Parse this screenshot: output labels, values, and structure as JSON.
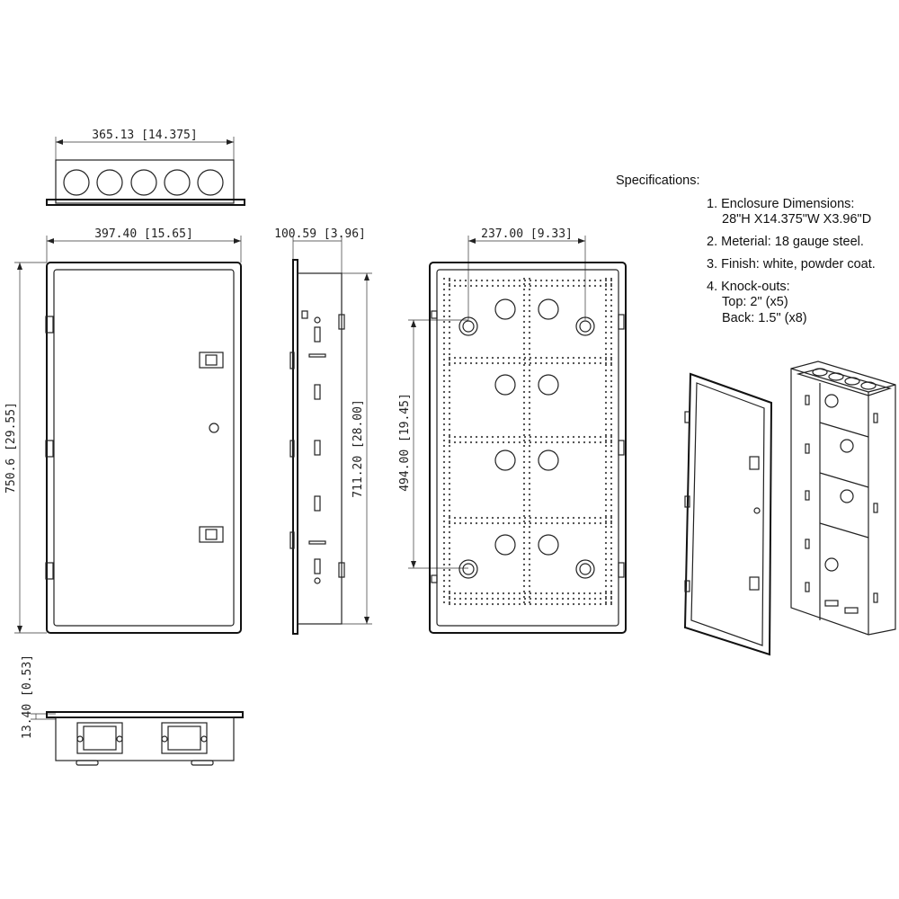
{
  "dimensions": {
    "top_width": "365.13 [14.375]",
    "front_width": "397.40 [15.65]",
    "side_depth": "100.59 [3.96]",
    "front_height": "750.6 [29.55]",
    "side_height": "711.20 [28.00]",
    "back_width": "237.00 [9.33]",
    "back_height": "494.00 [19.45]",
    "flange_depth": "13.40 [0.53]"
  },
  "specifications": {
    "heading": "Specifications:",
    "items": [
      "1. Enclosure Dimensions:",
      "28\"H X14.375\"W X3.96\"D",
      "2. Meterial: 18 gauge steel.",
      "3. Finish: white, powder coat.",
      "4. Knock-outs:",
      "Top: 2\" (x5)",
      "Back: 1.5\" (x8)"
    ]
  }
}
